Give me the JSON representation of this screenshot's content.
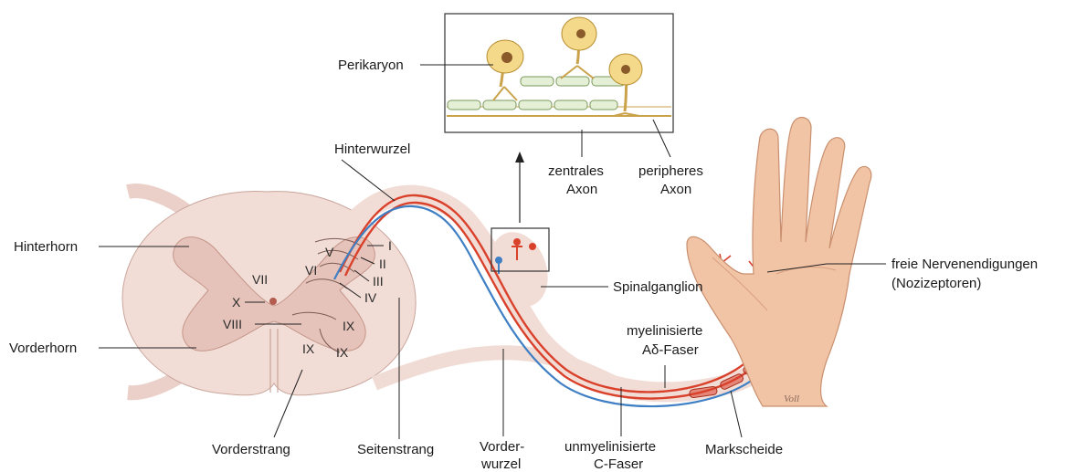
{
  "labels": {
    "perikaryon": "Perikaryon",
    "hinterwurzel": "Hinterwurzel",
    "zentrales": "zentrales",
    "axon_central": "Axon",
    "peripheres": "peripheres",
    "axon_peripheral": "Axon",
    "hinterhorn": "Hinterhorn",
    "vorderhorn": "Vorderhorn",
    "spinalganglion": "Spinalganglion",
    "freie_nervenendigungen": "freie Nervenendigungen",
    "nozizeptoren": "(Nozizeptoren)",
    "myelinisierte": "myelinisierte",
    "adelta_faser": "Aδ-Faser",
    "vorderstrang": "Vorderstrang",
    "seitenstrang": "Seitenstrang",
    "vorder": "Vorder-",
    "wurzel": "wurzel",
    "unmyelinisierte": "unmyelinisierte",
    "c_faser": "C-Faser",
    "markscheide": "Markscheide"
  },
  "laminae": {
    "I": "I",
    "II": "II",
    "III": "III",
    "IV": "IV",
    "V": "V",
    "VI": "VI",
    "VII": "VII",
    "VIII": "VIII",
    "IX_a": "IX",
    "IX_b": "IX",
    "IX_c": "IX",
    "X": "X"
  },
  "signature": "Voll",
  "colors": {
    "myelinated_fiber": "#d9412b",
    "unmyelinated_fiber": "#3f7fc4",
    "spinal_tissue": "#f2dcd6",
    "grey_matter": "#e6c3ba",
    "skin": "#f1c4a6",
    "perikaryon": "#f4d98b"
  }
}
